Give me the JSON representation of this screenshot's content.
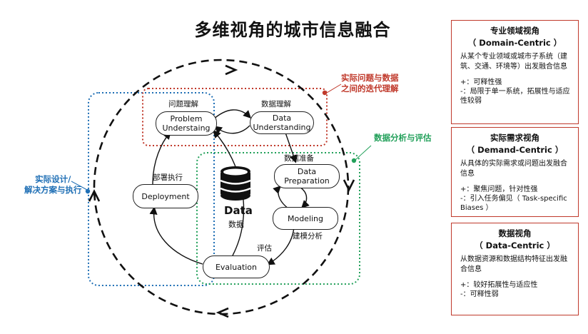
{
  "title": "多维视角的城市信息融合",
  "diagram": {
    "nodes": {
      "problem": "Problem\nUnderstaing",
      "data_understanding": "Data\nUnderstanding",
      "data_preparation": "Data\nPreparation",
      "modeling": "Modeling",
      "evaluation": "Evaluation",
      "deployment": "Deployment"
    },
    "labels": {
      "problem_cn": "问题理解",
      "data_understanding_cn": "数据理解",
      "data_preparation_cn": "数据准备",
      "modeling_cn": "建模分析",
      "evaluation_cn": "评估",
      "deployment_cn": "部署执行"
    },
    "center": {
      "title": "Data",
      "subtitle": "数据"
    },
    "regions": {
      "red": "实际问题与数据\n之间的迭代理解",
      "green": "数据分析与评估",
      "blue": "实际设计/\n解决方案与执行"
    },
    "colors": {
      "red": "#c0392b",
      "green": "#22a05a",
      "blue": "#1f6fb5"
    }
  },
  "panels": [
    {
      "title": "专业领域视角",
      "subtitle": "（ Domain-Centric ）",
      "desc": "从某个专业领域或城市子系统（建筑、交通、环境等）出发融合信息",
      "points": "+：可释性强\n-：局限于单一系统，拓展性与适应性较弱"
    },
    {
      "title": "实际需求视角",
      "subtitle": "（ Demand-Centric ）",
      "desc": "从具体的实际需求或问题出发融合信息",
      "points": "+：聚焦问题，针对性强\n-：引入任务偏见（ Task-specific Biases ）"
    },
    {
      "title": "数据视角",
      "subtitle": "（ Data-Centric ）",
      "desc": "从数据资源和数据结构特征出发融合信息",
      "points": "+：较好拓展性与适应性\n-：可释性弱"
    }
  ]
}
